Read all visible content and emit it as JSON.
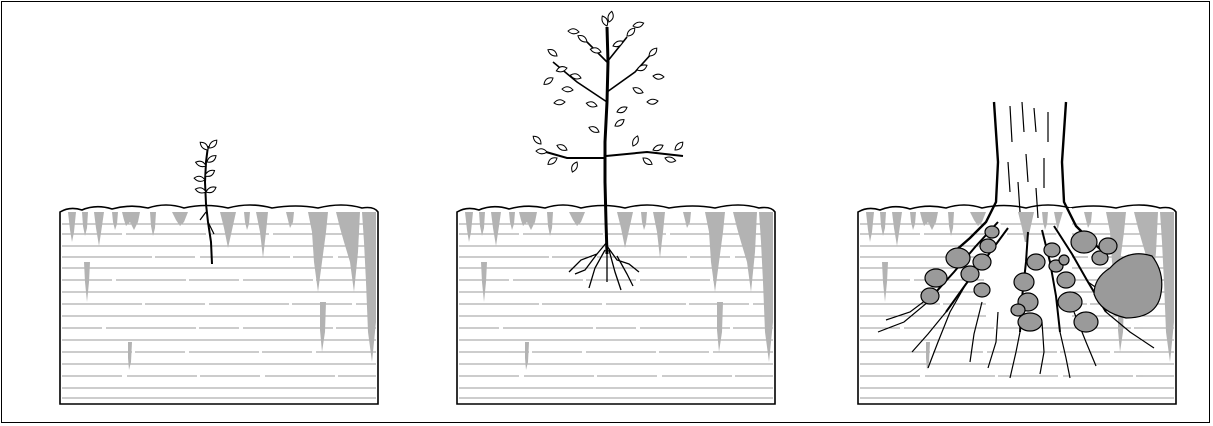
{
  "diagram": {
    "panels": [
      {
        "name": "seedling",
        "stage": "stage-1"
      },
      {
        "name": "young-tree",
        "stage": "stage-2"
      },
      {
        "name": "mature-tree",
        "stage": "stage-3"
      }
    ],
    "colors": {
      "ink": "#000000",
      "soil_shade": "#b3b3b3",
      "stone": "#9a9a9a",
      "strata": "#6f6f6f",
      "background": "#ffffff"
    }
  }
}
